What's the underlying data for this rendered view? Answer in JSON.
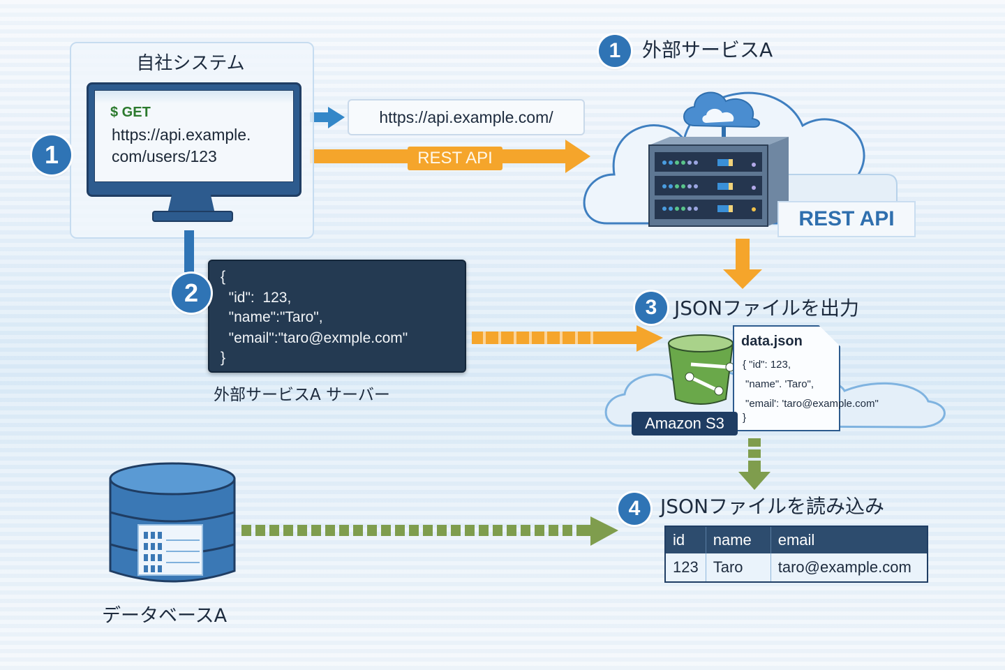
{
  "own_system": {
    "title": "自社システム",
    "badge": "1",
    "command": "$ GET",
    "url_line1": "https://api.example.",
    "url_line2": "com/users/123"
  },
  "request": {
    "url_box": "https://api.example.com/",
    "arrow_label": "REST API"
  },
  "external_service": {
    "badge": "1",
    "title": "外部サービスA",
    "tag": "REST API"
  },
  "server_response": {
    "badge": "2",
    "json_lines": [
      "{",
      "  \"id\":  123,",
      "  \"name\":\"Taro\",",
      "  \"email\":\"taro@exmple.com\"",
      "}"
    ],
    "label": "外部サービスA サーバー"
  },
  "step3": {
    "badge": "3",
    "title": "JSONファイルを出力",
    "file_name": "data.json",
    "file_lines": [
      "{ \"id\": 123,",
      "\"name\". 'Taro\",",
      "\"email': 'taro@example.com\"",
      "}"
    ],
    "storage_label": "Amazon S3"
  },
  "step4": {
    "badge": "4",
    "title": "JSONファイルを読み込み",
    "table": {
      "headers": [
        "id",
        "name",
        "email"
      ],
      "rows": [
        [
          "123",
          "Taro",
          "taro@example.com"
        ]
      ]
    }
  },
  "database": {
    "label": "データベースA"
  },
  "colors": {
    "badge_blue": "#2f74b5",
    "arrow_orange": "#f5a52b",
    "arrow_green": "#7f9d4d",
    "navy": "#1f3d63"
  }
}
